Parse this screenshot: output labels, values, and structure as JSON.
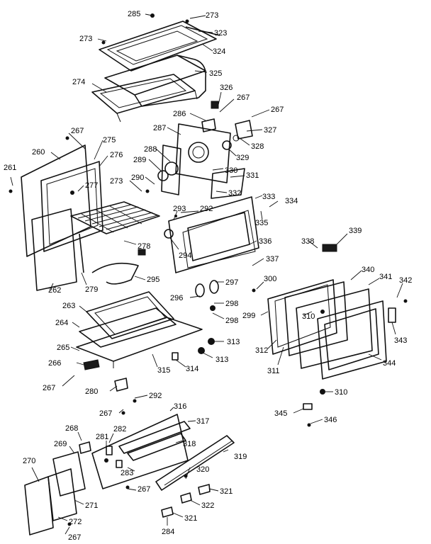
{
  "diagram": {
    "callouts": [
      "285",
      "273",
      "323",
      "273",
      "324",
      "325",
      "274",
      "326",
      "267",
      "267",
      "286",
      "327",
      "328",
      "329",
      "287",
      "288",
      "289",
      "290",
      "273",
      "330",
      "331",
      "332",
      "267",
      "260",
      "275",
      "276",
      "277",
      "261",
      "333",
      "334",
      "335",
      "293",
      "292",
      "294",
      "278",
      "336",
      "337",
      "262",
      "279",
      "295",
      "338",
      "339",
      "300",
      "340",
      "341",
      "342",
      "296",
      "297",
      "298",
      "298",
      "299",
      "310",
      "263",
      "264",
      "313",
      "313",
      "265",
      "266",
      "314",
      "315",
      "312",
      "311",
      "343",
      "344",
      "267",
      "280",
      "292",
      "310",
      "267",
      "316",
      "317",
      "345",
      "346",
      "268",
      "282",
      "269",
      "281",
      "318",
      "319",
      "270",
      "283",
      "320",
      "267",
      "321",
      "271",
      "322",
      "321",
      "272",
      "284",
      "267"
    ]
  }
}
